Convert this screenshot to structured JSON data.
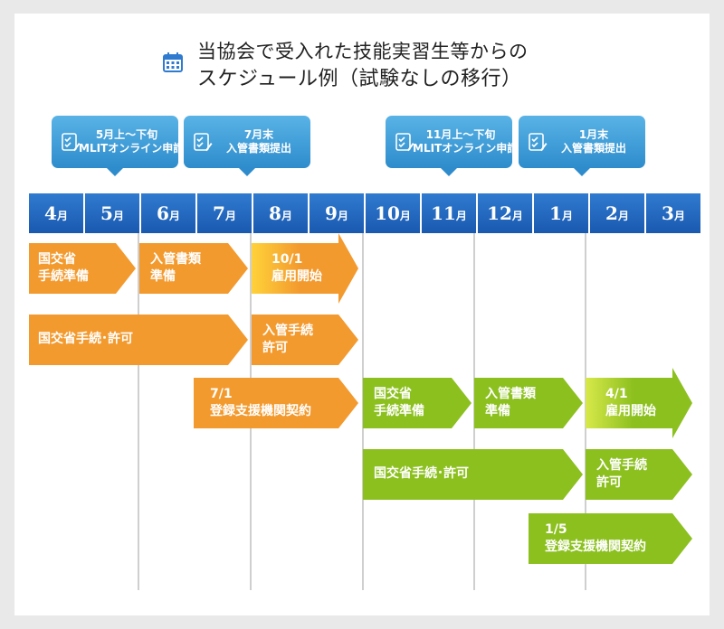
{
  "title": {
    "line1": "当協会で受入れた技能実習生等からの",
    "line2": "スケジュール例（試験なしの移行）",
    "icon": "calendar-icon"
  },
  "callouts": [
    {
      "line1": "5月上～下旬",
      "line2": "MLITオンライン申請",
      "icon": "checklist-icon"
    },
    {
      "line1": "7月末",
      "line2": "入管書類提出",
      "icon": "checklist-icon"
    },
    {
      "line1": "11月上～下旬",
      "line2": "MLITオンライン申請",
      "icon": "checklist-icon"
    },
    {
      "line1": "1月末",
      "line2": "入管書類提出",
      "icon": "checklist-icon"
    }
  ],
  "months": [
    {
      "num": "4",
      "unit": "月"
    },
    {
      "num": "5",
      "unit": "月"
    },
    {
      "num": "6",
      "unit": "月"
    },
    {
      "num": "7",
      "unit": "月"
    },
    {
      "num": "8",
      "unit": "月"
    },
    {
      "num": "9",
      "unit": "月"
    },
    {
      "num": "10",
      "unit": "月"
    },
    {
      "num": "11",
      "unit": "月"
    },
    {
      "num": "12",
      "unit": "月"
    },
    {
      "num": "1",
      "unit": "月"
    },
    {
      "num": "2",
      "unit": "月"
    },
    {
      "num": "3",
      "unit": "月"
    }
  ],
  "bars": [
    {
      "lines": [
        "国交省",
        "手続準備"
      ],
      "color": "#f39a2e"
    },
    {
      "lines": [
        "入管書類",
        "準備"
      ],
      "color": "#f39a2e"
    },
    {
      "lines": [
        "10/1",
        "雇用開始"
      ],
      "color": "#f39a2e"
    },
    {
      "lines": [
        "国交省手続･許可"
      ],
      "color": "#f39a2e"
    },
    {
      "lines": [
        "入管手続",
        "許可"
      ],
      "color": "#f39a2e"
    },
    {
      "lines": [
        "7/1",
        "登録支援機関契約"
      ],
      "color": "#f39a2e"
    },
    {
      "lines": [
        "国交省",
        "手続準備"
      ],
      "color": "#8cc01f"
    },
    {
      "lines": [
        "入管書類",
        "準備"
      ],
      "color": "#8cc01f"
    },
    {
      "lines": [
        "4/1",
        "雇用開始"
      ],
      "color": "#8cc01f"
    },
    {
      "lines": [
        "国交省手続･許可"
      ],
      "color": "#8cc01f"
    },
    {
      "lines": [
        "入管手続",
        "許可"
      ],
      "color": "#8cc01f"
    },
    {
      "lines": [
        "1/5",
        "登録支援機関契約"
      ],
      "color": "#8cc01f"
    }
  ]
}
